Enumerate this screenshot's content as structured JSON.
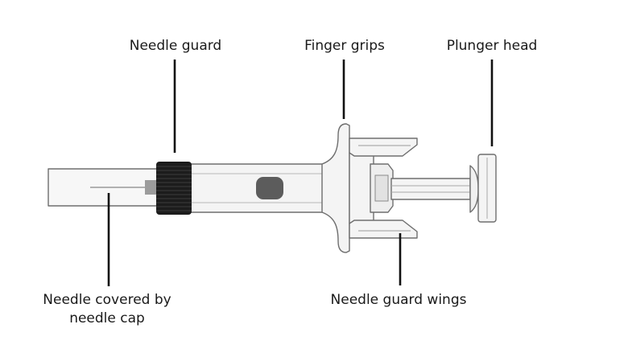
{
  "labels": {
    "needle_guard": "Needle guard",
    "finger_grips": "Finger grips",
    "plunger_head": "Plunger head",
    "needle_covered_line1": "Needle covered by",
    "needle_covered_line2": "needle cap",
    "needle_guard_wings": "Needle guard wings"
  },
  "colors": {
    "outline": "#6e6e6e",
    "body_fill": "#f4f4f4",
    "guard_band": "#1c1c1c",
    "medicine_blob": "#5c5c5c",
    "leader": "#111111",
    "text": "#1a1a1a"
  }
}
